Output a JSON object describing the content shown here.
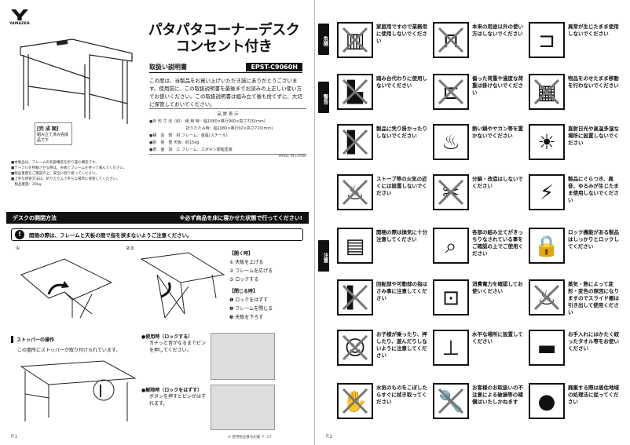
{
  "brand": {
    "logo_text": "YAMAZEN"
  },
  "left_page": {
    "title": "パタパタコーナーデスク\nコンセント付き",
    "manual_label": "取扱い説明書",
    "model": "EPST-C9060H",
    "intro": "この度は、当製品をお買い上げいただき誠にありがとうございます。使用前に、この取扱説明書を最後までお読みの上正しい使い方でお使いください。この取扱説明書は組み立て後も捨てずに、大切に保管しておいてください。",
    "spec_title": "品 質 表 示",
    "specs": [
      "●外 形 寸 法（約） 使 用 時：幅1080×奥行900×高さ720(mm)",
      "　　　　　　　　　 折りたたみ時：幅1080×奥行92×高さ720(mm)",
      "●構　造　部　材 フレーム：金属(スチール)",
      "●耐　荷　重 天板：約15kg",
      "●表　面　加　工 フレーム：エポキシ樹脂塗装"
    ],
    "spec_note": "MADE IN CHINA",
    "complete_title": "[完 成 図]",
    "complete_desc": "組み立て済み完成品です",
    "notes": [
      "■本製品は、フレームの各部構造を折り畳む構造です。",
      "■テーブルを移動させる際は、天板とフレームを持って運んでください。",
      "■製品重量をご確認の上、安全に取り扱ってください。",
      "■上手な保管方法は、折りたたんで平らな場所に保管してください。",
      "　製品重量：20kg"
    ],
    "section_title": "デスクの開閉方法",
    "section_note": "※必ず商品を床に寝かせた状態で行ってください!",
    "warning_icon": "!",
    "warning_text": "開閉の際は、フレームと天板の間で指を挟まないようご注意ください。",
    "step1_label": "①",
    "step23_label": "②③",
    "open_head": "【開く時】",
    "open_steps": [
      "① 天板を上げる",
      "② フレームを広げる",
      "③ ロックする"
    ],
    "close_head": "【閉じる時】",
    "close_steps": [
      "❶ ロックをはずす",
      "❷ フレームを閉じる",
      "❸ 天板を下ろす"
    ],
    "stopper_title": "ストッパーの操作",
    "stopper_desc": "この箇所にストッパーが取り付けられています。",
    "lock_title": "●使用時（ロックする）",
    "lock_desc": "カチッと音がなるまでピンを押してください。",
    "unlock_title": "●解除時（ロックをはずす）",
    "unlock_desc": "ボタンを押すとピンがはずれます。",
    "page_num": "P.1",
    "footer_note": "※ 使用製品番号記載 Ｐ. 27"
  },
  "right_page": {
    "categories": [
      "危険",
      "警告",
      "注意"
    ],
    "page_num": "P.2",
    "items": [
      {
        "icon": "pc-rack-icon",
        "glyph": "▥",
        "x": true,
        "text": "家庭用ですので業務用に使用しないでください"
      },
      {
        "icon": "shelf-icon",
        "glyph": "⊓",
        "x": true,
        "text": "本来の用途以外の使い方はしないでください"
      },
      {
        "icon": "table-damaged-icon",
        "glyph": "⊐",
        "x": false,
        "text": "異常が生じたまま使用しないでください"
      },
      {
        "icon": "boot-step-icon",
        "glyph": "▙",
        "x": true,
        "text": "踏み台代わりに使用しないでください"
      },
      {
        "icon": "tilted-desk-icon",
        "glyph": "⊏",
        "x": true,
        "text": "偏った荷重や過度な荷重は掛けないでください"
      },
      {
        "icon": "moving-cart-icon",
        "glyph": "▦",
        "x": true,
        "text": "物品をのせたまま移動を行わないでください"
      },
      {
        "icon": "curtain-icon",
        "glyph": "▌",
        "x": true,
        "text": "製品に凭り掛かったりしないでください"
      },
      {
        "icon": "kettle-icon",
        "glyph": "♨",
        "x": false,
        "text": "熱い鍋やヤカン等を置かないでください"
      },
      {
        "icon": "sun-heat-icon",
        "glyph": "☀",
        "x": false,
        "text": "直射日光や高温多湿な場所に設置しないでください"
      },
      {
        "icon": "fire-icon",
        "glyph": "♨",
        "x": true,
        "text": "ストーブ等の火気の近くには設置しないでください"
      },
      {
        "icon": "tools-icon",
        "glyph": "✂",
        "x": true,
        "text": "分解・改造はしないでください"
      },
      {
        "icon": "sparks-icon",
        "glyph": "⚡",
        "x": false,
        "text": "製品にぐらつき、異音、ゆるみが生じたまま使用しないでください"
      },
      {
        "icon": "window-icon",
        "glyph": "▤",
        "x": false,
        "text": "開梱の際は換気に十分注意してください"
      },
      {
        "icon": "magnifier-icon",
        "glyph": "⌕",
        "x": false,
        "text": "各部の組み立てがきっちりなされている事をご確認の上でご使用ください"
      },
      {
        "icon": "padlock-icon",
        "glyph": "🔒",
        "x": false,
        "text": "ロック機能がある製品はしっかりとロックしてください"
      },
      {
        "icon": "door-pinch-icon",
        "glyph": "▍",
        "x": true,
        "text": "回転部や可動部の指はさみ事に注意してください"
      },
      {
        "icon": "outlet-icon",
        "glyph": "⊡",
        "x": false,
        "text": "消費電力を確認してお使いください"
      },
      {
        "icon": "teapot-icon",
        "glyph": "♨",
        "x": true,
        "text": "蒸気・熱によって変形・変色の原因になりますのでスライド棚は引き出して使用ください"
      },
      {
        "icon": "children-icon",
        "glyph": "☺",
        "x": true,
        "text": "お子様が乗ったり、押したり、遊んだりしないように注意してください"
      },
      {
        "icon": "sewing-icon",
        "glyph": "⊥",
        "x": false,
        "text": "水平な場所に設置してください"
      },
      {
        "icon": "cloth-wipe-icon",
        "glyph": "▬",
        "x": false,
        "text": "お手入れにはかたく絞ったタオル等をお使いください"
      },
      {
        "icon": "wipe-water-icon",
        "glyph": "✋",
        "x": true,
        "text": "水気のものをこぼしたらすぐに拭き取ってください"
      },
      {
        "icon": "repair-icon",
        "glyph": "🔧",
        "x": true,
        "text": "お客様のお取扱いの不注意による破損等の補償はいたしかねます"
      },
      {
        "icon": "trash-bag-icon",
        "glyph": "●",
        "x": false,
        "text": "廃棄する際は居住地域の処理法に従ってください"
      }
    ]
  }
}
